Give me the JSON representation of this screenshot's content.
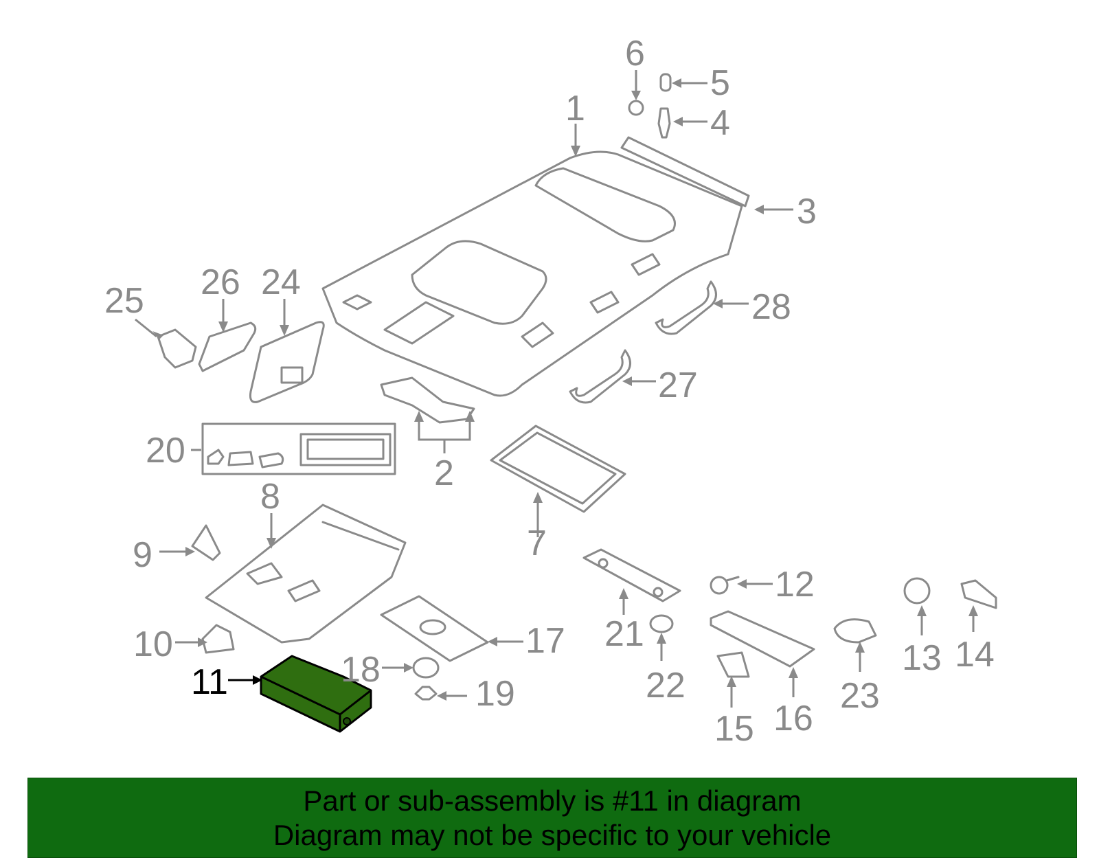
{
  "callouts": {
    "c1": "1",
    "c2": "2",
    "c3": "3",
    "c4": "4",
    "c5": "5",
    "c6": "6",
    "c7": "7",
    "c8": "8",
    "c9": "9",
    "c10": "10",
    "c11": "11",
    "c12": "12",
    "c13": "13",
    "c14": "14",
    "c15": "15",
    "c16": "16",
    "c17": "17",
    "c18": "18",
    "c19": "19",
    "c20": "20",
    "c21": "21",
    "c22": "22",
    "c23": "23",
    "c24": "24",
    "c25": "25",
    "c26": "26",
    "c27": "27",
    "c28": "28"
  },
  "highlighted_part": "11",
  "colors": {
    "highlight_fill": "#2f6e10",
    "footer_bg": "#0f6b10",
    "line_gray": "#8a8a8a"
  },
  "footer": {
    "line1": "Part or sub-assembly is #11 in diagram",
    "line2": "Diagram may not be specific to your vehicle"
  }
}
